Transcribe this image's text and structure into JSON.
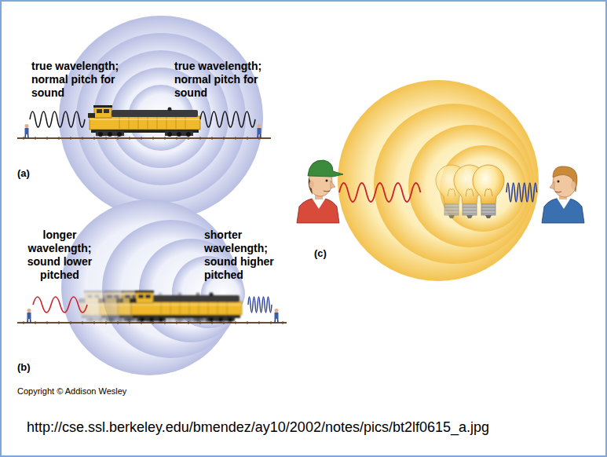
{
  "diagram": {
    "labels": [
      "true wavelength; normal pitch for sound",
      "true wavelength; normal pitch for sound",
      "(a)",
      "longer wavelength; sound lower pitched",
      "shorter wavelength; sound higher pitched",
      "(c)",
      "(b)",
      "Copyright © Addison Wesley",
      "http://cse.ssl.berkeley.edu/bmendez/ay10/2002/notes/pics/bt2lf0615_a.jpg"
    ]
  }
}
